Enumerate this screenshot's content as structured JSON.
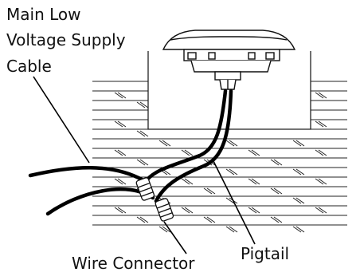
{
  "labels": {
    "supply_cable_line1": "Main Low",
    "supply_cable_line2": "Voltage Supply",
    "supply_cable_line3": "Cable",
    "wire_connector": "Wire Connector",
    "pigtail": "Pigtail"
  },
  "colors": {
    "ink": "#111111",
    "background": "#ffffff"
  }
}
